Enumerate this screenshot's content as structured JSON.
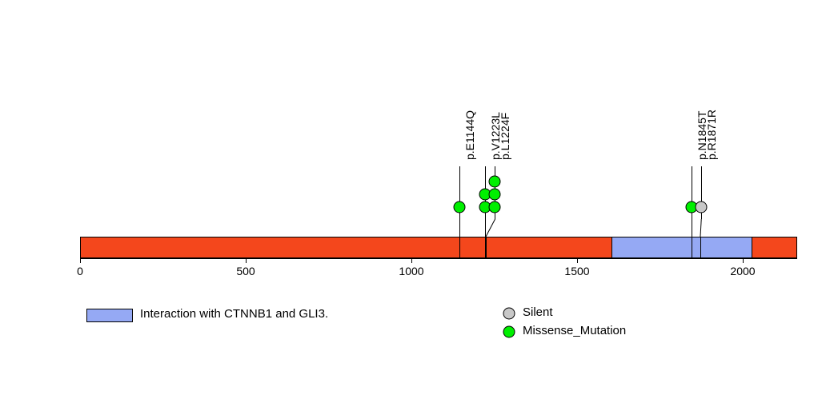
{
  "chart_data": {
    "type": "lollipop",
    "title": "",
    "xlabel": "",
    "ylabel": "",
    "xlim": [
      0,
      2164
    ],
    "axis_ticks": [
      {
        "value": 0,
        "label": "0"
      },
      {
        "value": 500,
        "label": "500"
      },
      {
        "value": 1000,
        "label": "1000"
      },
      {
        "value": 1500,
        "label": "1500"
      },
      {
        "value": 2000,
        "label": "2000"
      }
    ],
    "protein": {
      "length": 2164,
      "backbone_color": "#f4471c"
    },
    "domains": [
      {
        "name": "Interaction with CTNNB1 and GLI3.",
        "start": 1605,
        "end": 2030,
        "color": "#95a9f4"
      }
    ],
    "mutations": [
      {
        "label": "p.E1144Q",
        "position": 1144,
        "count": 1,
        "type": "Missense_Mutation",
        "color": "#00ef00"
      },
      {
        "label": "p.V1223L",
        "position": 1223,
        "count": 2,
        "type": "Missense_Mutation",
        "color": "#00ef00"
      },
      {
        "label": "p.L1224F",
        "position": 1224,
        "count": 3,
        "type": "Missense_Mutation",
        "color": "#00ef00"
      },
      {
        "label": "p.N1845T",
        "position": 1845,
        "count": 1,
        "type": "Missense_Mutation",
        "color": "#00ef00"
      },
      {
        "label": "p.R1871R",
        "position": 1871,
        "count": 1,
        "type": "Silent",
        "color": "#c8c8c8"
      }
    ],
    "legend": {
      "domain_entries": [
        {
          "label": "Interaction with CTNNB1 and GLI3.",
          "color": "#95a9f4"
        }
      ],
      "mutation_entries": [
        {
          "label": "Silent",
          "color": "#c8c8c8"
        },
        {
          "label": "Missense_Mutation",
          "color": "#00ef00"
        }
      ],
      "position": "bottom"
    },
    "grid": false
  }
}
